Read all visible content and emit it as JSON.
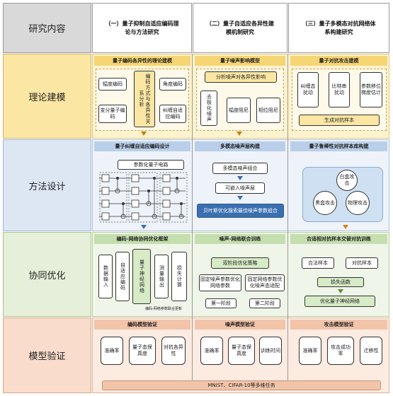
{
  "colors": {
    "yellow": "#fbe7a3",
    "yellow_band": "#f6d574",
    "blue": "#dde7f4",
    "blue_band": "#b9cfe9",
    "green": "#e5efd9",
    "green_band": "#c5deae",
    "peach": "#f9dccb",
    "peach_band": "#f2c4aa",
    "grey": "#d9d9d9",
    "accent_blue": "#3a6fb0",
    "accent_orange": "#c07a20"
  },
  "header": {
    "corner": "研究内容",
    "col1": "（一）量子抑制自适应编码理论与方法研究",
    "col2": "（二）量子自适应各异性建模机制研究",
    "col3": "（三）量子多模态对抗网络体系构建研究"
  },
  "rows": {
    "r1": "理论建模",
    "r2": "方法设计",
    "r3": "协同优化",
    "r4": "模型验证"
  },
  "theory": {
    "c1_title": "量子编码各异性的理论建模",
    "c1_boxes": [
      "幅度编码",
      "编码方式与各异性关系分析",
      "角度编码",
      "变分量子编码",
      "纠缠自适应编码"
    ],
    "c2_title": "量子噪声影响模型",
    "c2_top": "分析噪声对各异性影响",
    "c2_boxes": [
      "去极化噪声",
      "幅度阻尼",
      "相位阻尼"
    ],
    "c3_title": "量子对抗攻击建模",
    "c3_boxes": [
      "纠缠态扰动",
      "比特串扰动",
      "参数移位梯度估计"
    ],
    "c3_bottom": "生成对抗样本"
  },
  "method": {
    "c1_title": "量子纠缠自适应编码设计",
    "c1_circuit": "参数化量子电路",
    "c2_title": "多模态噪声层构建",
    "c2_boxes": [
      "多模态噪声组合",
      "可嵌入噪声层",
      "贝叶斯优化搜索最佳噪声参数组合"
    ],
    "c3_title": "量子鲁棒性对抗样本库构建",
    "c3_circles": [
      "白盒攻击",
      "黑盒攻击",
      "物理攻击"
    ]
  },
  "collab": {
    "c1_title": "编码-网络协同优化框架",
    "c1_boxes": [
      "数据输入",
      "自适应编码",
      "量子神经网络",
      "测量输出",
      "损失计算"
    ],
    "c1_note": "编码-网络参数联合更新",
    "c2_title": "噪声-网络联合训练",
    "c2_top": "双阶段优化策略",
    "c2_boxes": [
      "固定噪声参数优化网络参数",
      "固定网络参数优化噪声态适配"
    ],
    "c2_phase": [
      "第一阶段",
      "第二阶段"
    ],
    "c3_title": "合适相对抗样本交替对抗训练",
    "c3_boxes": [
      "合法样本",
      "对抗样本"
    ],
    "c3_mid": "损失函数",
    "c3_bottom": "优化量子神经网络"
  },
  "verify": {
    "c1_title": "编码模型验证",
    "c1_boxes": [
      "准确率",
      "量子态保真度",
      "对抗各异性"
    ],
    "c2_title": "噪声模型验证",
    "c2_boxes": [
      "准确率",
      "量子态保真度",
      "训练时间"
    ],
    "c3_title": "攻击模型验证",
    "c3_boxes": [
      "准确率",
      "攻击成功率",
      "迁移性"
    ],
    "footer": "MNIST、CIFAR-10等多维任务"
  }
}
